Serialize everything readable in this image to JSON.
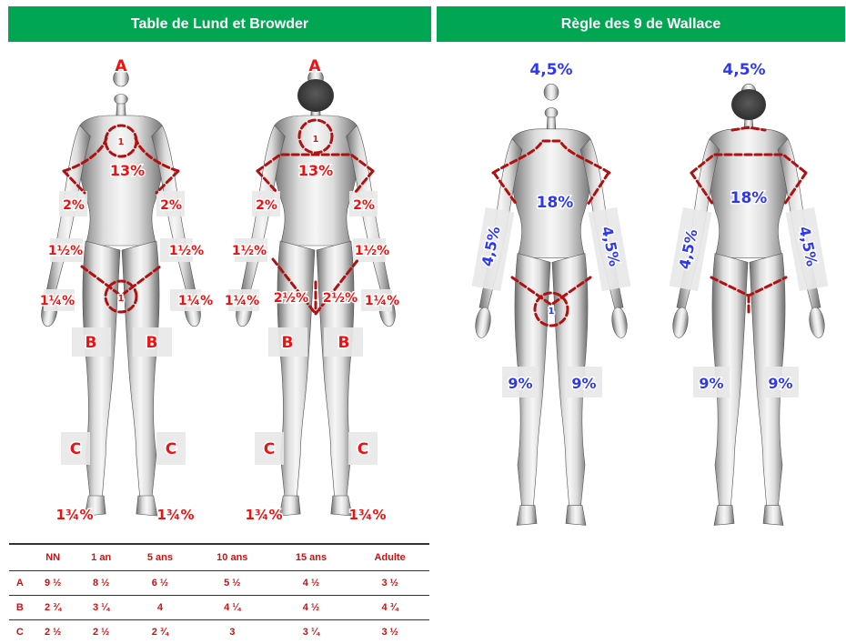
{
  "banners": {
    "left": "Table de Lund et Browder",
    "right": "Règle des 9 de Wallace"
  },
  "lund": {
    "front": {
      "head": "A",
      "neck": "1",
      "trunk": "13%",
      "upper_arm_l": "2%",
      "upper_arm_r": "2%",
      "forearm_l": "1½%",
      "forearm_r": "1½%",
      "hand_l": "1¼%",
      "hand_r": "1¼%",
      "genital": "1",
      "thigh_l": "B",
      "thigh_r": "B",
      "leg_l": "C",
      "leg_r": "C",
      "foot_l": "1¾%",
      "foot_r": "1¾%"
    },
    "back": {
      "head": "A",
      "neck": "1",
      "trunk": "13%",
      "upper_arm_l": "2%",
      "upper_arm_r": "2%",
      "forearm_l": "1½%",
      "forearm_r": "1½%",
      "hand_l": "1¼%",
      "hand_r": "1¼%",
      "buttock_l": "2½%",
      "buttock_r": "2½%",
      "thigh_l": "B",
      "thigh_r": "B",
      "leg_l": "C",
      "leg_r": "C",
      "foot_l": "1¾%",
      "foot_r": "1¾%"
    }
  },
  "wallace": {
    "front": {
      "head": "4,5%",
      "trunk": "18%",
      "arm_l": "4,5%",
      "arm_r": "4,5%",
      "genital": "1",
      "leg_l": "9%",
      "leg_r": "9%"
    },
    "back": {
      "head": "4,5%",
      "trunk": "18%",
      "arm_l": "4,5%",
      "arm_r": "4,5%",
      "leg_l": "9%",
      "leg_r": "9%"
    }
  },
  "table": {
    "headers": [
      "",
      "NN",
      "1 an",
      "5 ans",
      "10 ans",
      "15 ans",
      "Adulte"
    ],
    "rows": [
      [
        "A",
        "9 ½",
        "8 ½",
        "6 ½",
        "5 ½",
        "4 ½",
        "3 ½"
      ],
      [
        "B",
        "2 ¾",
        "3 ¼",
        "4",
        "4 ¼",
        "4 ½",
        "4 ¾"
      ],
      [
        "C",
        "2 ½",
        "2 ½",
        "2 ¾",
        "3",
        "3 ¼",
        "3 ½"
      ]
    ]
  },
  "colors": {
    "banner": "#00a651",
    "label_red": "#ee1111",
    "label_blue": "#2e38f2",
    "dash": "#b01010"
  }
}
